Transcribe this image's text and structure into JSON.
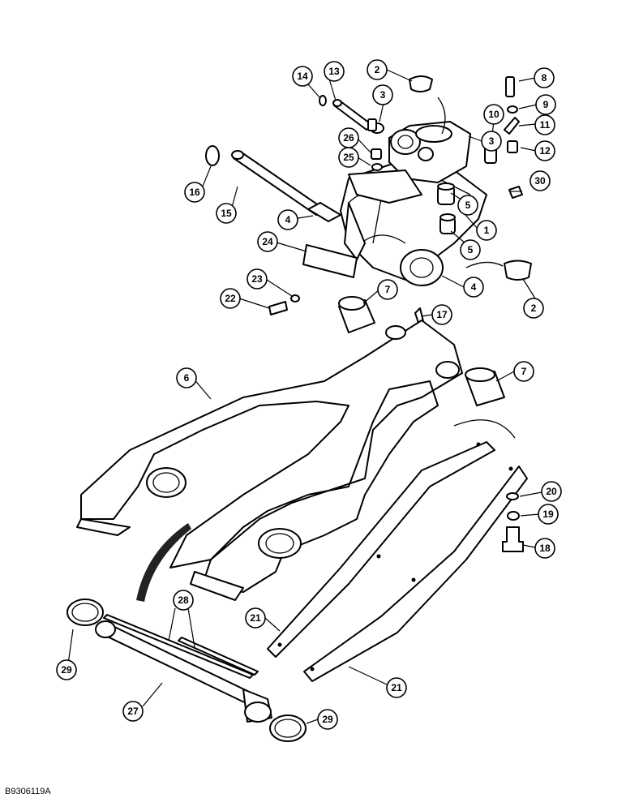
{
  "figure_code": "B9306119A",
  "callouts": {
    "c1": "1",
    "c2": "2",
    "c3": "3",
    "c4": "4",
    "c5": "5",
    "c6": "6",
    "c7": "7",
    "c8": "8",
    "c9": "9",
    "c10": "10",
    "c11": "11",
    "c12": "12",
    "c13": "13",
    "c14": "14",
    "c15": "15",
    "c16": "16",
    "c17": "17",
    "c18": "18",
    "c19": "19",
    "c20": "20",
    "c21": "21",
    "c22": "22",
    "c23": "23",
    "c24": "24",
    "c25": "25",
    "c26": "26",
    "c27": "27",
    "c28": "28",
    "c29": "29",
    "c30": "30"
  }
}
